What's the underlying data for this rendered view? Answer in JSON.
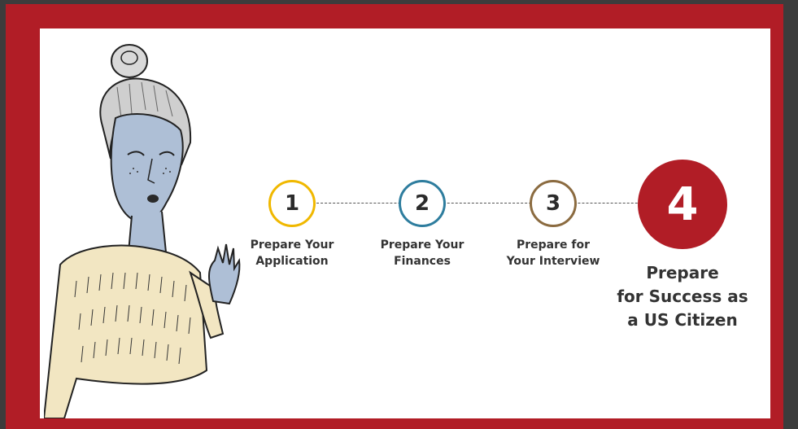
{
  "colors": {
    "border": "#b11d26",
    "step1": "#f0b800",
    "step2": "#2e7d9e",
    "step3": "#8b6b40",
    "step4": "#b11d26"
  },
  "illustration": {
    "icon": "woman-waving-icon"
  },
  "steps": [
    {
      "number": "1",
      "label": "Prepare Your\nApplication"
    },
    {
      "number": "2",
      "label": "Prepare Your\nFinances"
    },
    {
      "number": "3",
      "label": "Prepare for\nYour Interview"
    },
    {
      "number": "4",
      "label": "Prepare\nfor Success as\na US Citizen"
    }
  ]
}
